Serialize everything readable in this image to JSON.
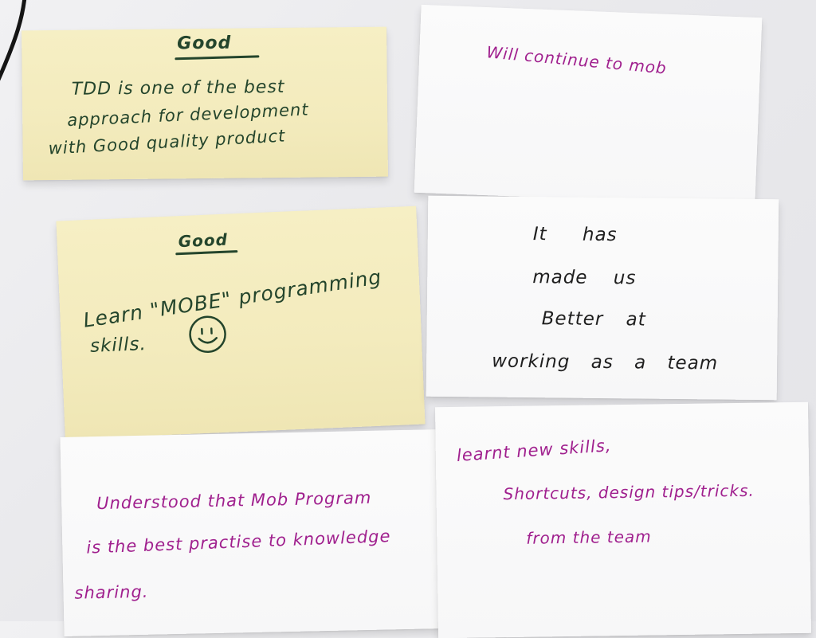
{
  "colors": {
    "background": "#ebebee",
    "yellow_note": "#f4ecbf",
    "white_note": "#f9f9fa",
    "green_ink": "#24452c",
    "black_ink": "#1f1f1f",
    "magenta_ink": "#a0208e"
  },
  "notes": [
    {
      "heading": "Good",
      "lines": [
        "TDD is one of the best",
        "approach for development",
        "with Good quality product"
      ]
    },
    {
      "lines": [
        "Will continue to mob"
      ]
    },
    {
      "heading": "Good",
      "lines": [
        "Learn \"MOBE\" programming",
        "skills."
      ],
      "icon": "smiley-face-icon"
    },
    {
      "lines": [
        "It has",
        "made us",
        "Better at",
        "working as a team"
      ]
    },
    {
      "lines": [
        "Understood that Mob Program",
        "is the best practise to knowledge",
        "sharing."
      ]
    },
    {
      "lines": [
        "learnt new skills,",
        "Shortcuts, design tips/tricks.",
        "from the team"
      ]
    }
  ]
}
